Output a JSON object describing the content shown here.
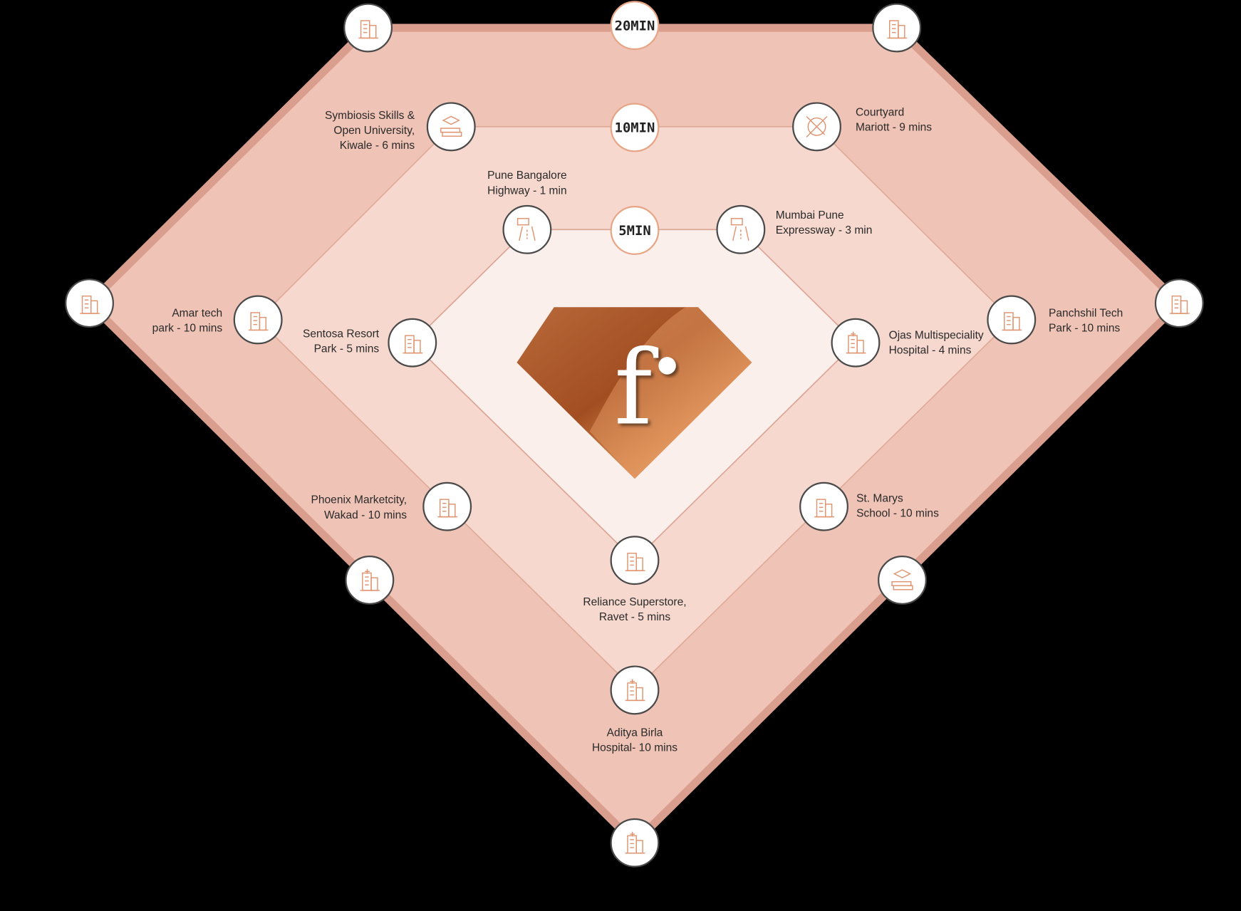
{
  "colors": {
    "background": "#000000",
    "ring_20": "#efc3b5",
    "ring_20_border": "#d99e8e",
    "ring_10": "#f6d8ce",
    "ring_5": "#fbefeb",
    "accent": "#e09470",
    "logo_dark": "#a5582c",
    "logo_light": "#e8955a"
  },
  "logo": {
    "letter": "f"
  },
  "rings": [
    {
      "label": "20MIN"
    },
    {
      "label": "10MIN"
    },
    {
      "label": "5MIN"
    }
  ],
  "places": [
    {
      "lines": [
        "Symbiosis Skills &",
        "Open University,",
        "Kiwale - 6 mins"
      ],
      "icon": "graduation-books-icon"
    },
    {
      "lines": [
        "Courtyard",
        "Mariott - 9 mins"
      ],
      "icon": "plate-cutlery-icon"
    },
    {
      "lines": [
        "Pune Bangalore",
        "Highway - 1 min"
      ],
      "icon": "highway-sign-icon"
    },
    {
      "lines": [
        "Mumbai Pune",
        "Expressway - 3 min"
      ],
      "icon": "expressway-road-icon"
    },
    {
      "lines": [
        "Amar tech",
        "park - 10 mins"
      ],
      "icon": "tech-park-icon"
    },
    {
      "lines": [
        "Sentosa Resort",
        "Park - 5 mins"
      ],
      "icon": "resort-park-icon"
    },
    {
      "lines": [
        "Ojas Multispeciality",
        "Hospital - 4 mins"
      ],
      "icon": "hospital-icon"
    },
    {
      "lines": [
        "Panchshil Tech",
        "Park - 10 mins"
      ],
      "icon": "tech-park-icon"
    },
    {
      "lines": [
        "Phoenix Marketcity,",
        "Wakad - 10 mins"
      ],
      "icon": "mall-building-icon"
    },
    {
      "lines": [
        "St. Marys",
        "School - 10 mins"
      ],
      "icon": "school-icon"
    },
    {
      "lines": [
        "Reliance Superstore,",
        "Ravet - 5 mins"
      ],
      "icon": "superstore-icon"
    },
    {
      "lines": [
        "Aditya Birla",
        "Hospital- 10 mins"
      ],
      "icon": "hospital-icon"
    }
  ],
  "outer_icons": [
    "school-icon",
    "skyscraper-icon",
    "office-buildings-icon",
    "mall-icon",
    "hospital-icon",
    "graduation-books-icon",
    "clinic-icon"
  ]
}
